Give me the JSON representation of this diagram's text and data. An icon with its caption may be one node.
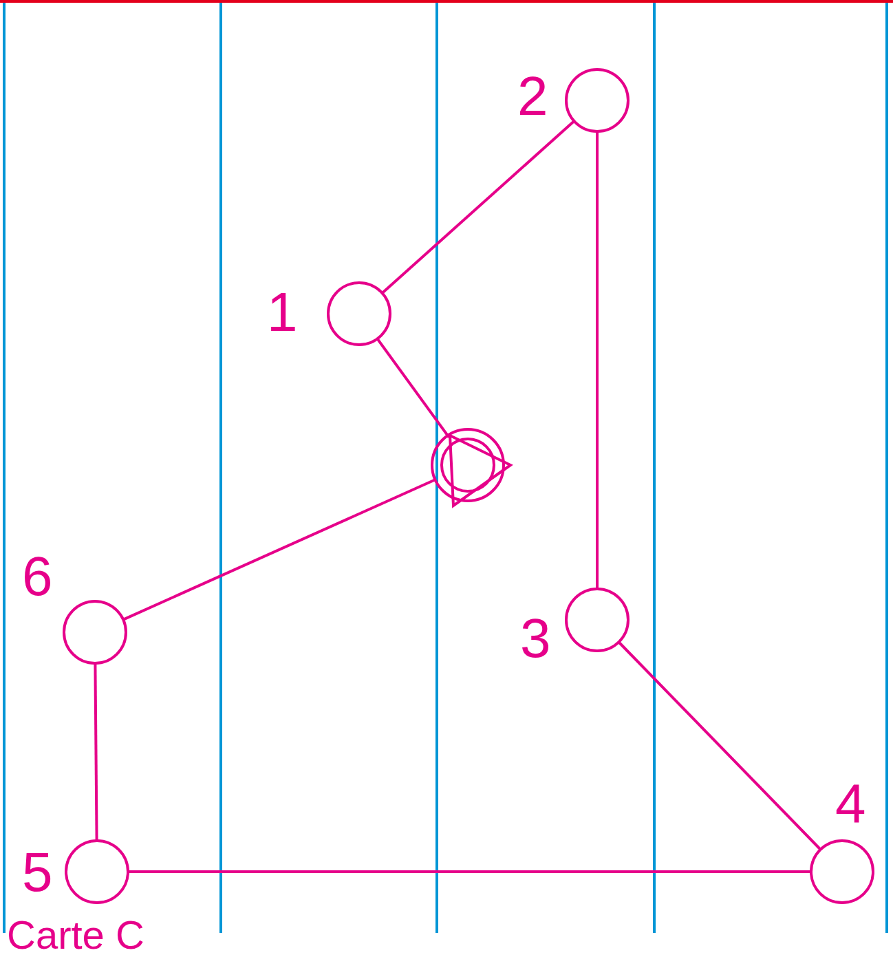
{
  "diagram": {
    "nodes": [
      {
        "text": [],
        "shape": "triangle"
      },
      {
        "text": [],
        "shape": "circle",
        "beside": [
          "1"
        ]
      },
      {
        "text": [],
        "shape": "circle",
        "beside": [
          "2"
        ]
      },
      {
        "text": [],
        "shape": "circle",
        "beside": [
          "3"
        ]
      },
      {
        "text": [],
        "shape": "circle",
        "beside": [
          "4"
        ]
      },
      {
        "text": [],
        "shape": "circle",
        "beside": [
          "5"
        ]
      },
      {
        "text": [],
        "shape": "circle",
        "beside": [
          "6"
        ]
      },
      {
        "text": [],
        "shape": "circle"
      }
    ],
    "edges": [
      {
        "from": 0,
        "to": 1,
        "arrow": "none"
      },
      {
        "from": 1,
        "to": 2,
        "arrow": "none"
      },
      {
        "from": 2,
        "to": 3,
        "arrow": "none"
      },
      {
        "from": 3,
        "to": 4,
        "arrow": "none"
      },
      {
        "from": 4,
        "to": 5,
        "arrow": "none"
      },
      {
        "from": 5,
        "to": 6,
        "arrow": "none"
      },
      {
        "from": 6,
        "to": 7,
        "arrow": "none"
      }
    ],
    "labels": [
      "Carte C"
    ]
  }
}
